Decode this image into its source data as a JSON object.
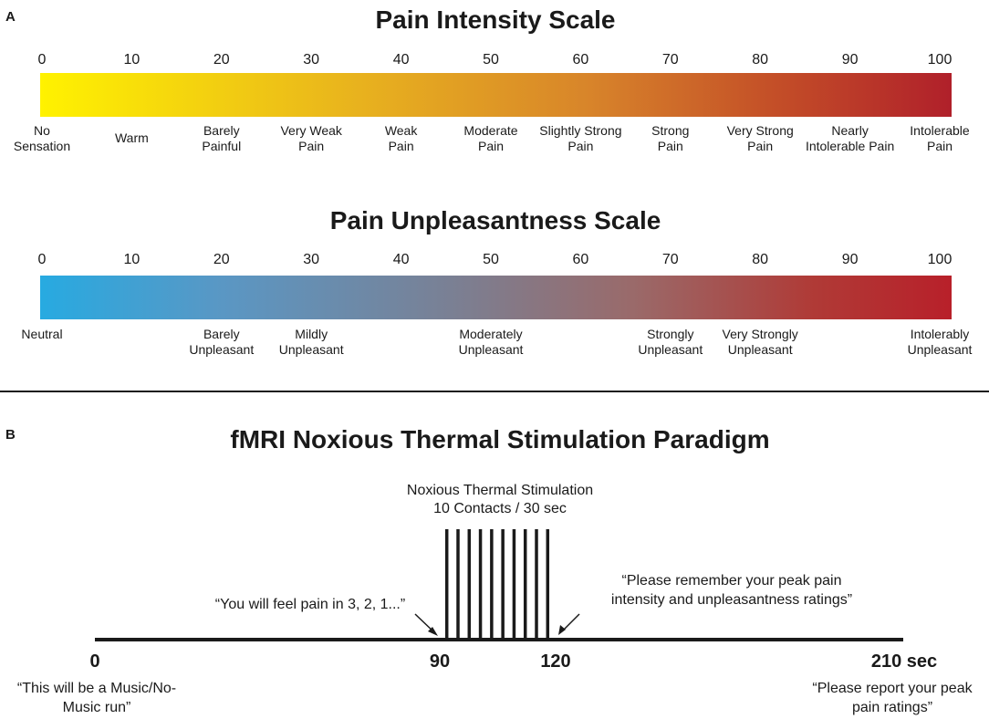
{
  "panel_a_letter": "A",
  "panel_b_letter": "B",
  "intensity": {
    "title": "Pain Intensity Scale",
    "ticks": [
      "0",
      "10",
      "20",
      "30",
      "40",
      "50",
      "60",
      "70",
      "80",
      "90",
      "100"
    ],
    "labels": [
      {
        "line1": "No",
        "line2": "Sensation",
        "value": 0
      },
      {
        "line1": "Warm",
        "line2": "",
        "value": 10
      },
      {
        "line1": "Barely",
        "line2": "Painful",
        "value": 20
      },
      {
        "line1": "Very Weak",
        "line2": "Pain",
        "value": 30
      },
      {
        "line1": "Weak",
        "line2": "Pain",
        "value": 40
      },
      {
        "line1": "Moderate",
        "line2": "Pain",
        "value": 50
      },
      {
        "line1": "Slightly Strong",
        "line2": "Pain",
        "value": 60
      },
      {
        "line1": "Strong",
        "line2": "Pain",
        "value": 70
      },
      {
        "line1": "Very Strong",
        "line2": "Pain",
        "value": 80
      },
      {
        "line1": "Nearly",
        "line2": "Intolerable Pain",
        "value": 90
      },
      {
        "line1": "Intolerable",
        "line2": "Pain",
        "value": 100
      }
    ]
  },
  "unpleasantness": {
    "title": "Pain Unpleasantness Scale",
    "ticks": [
      "0",
      "10",
      "20",
      "30",
      "40",
      "50",
      "60",
      "70",
      "80",
      "90",
      "100"
    ],
    "labels": [
      {
        "line1": "Neutral",
        "line2": "",
        "value": 0
      },
      {
        "line1": "Barely",
        "line2": "Unpleasant",
        "value": 20
      },
      {
        "line1": "Mildly",
        "line2": "Unpleasant",
        "value": 30
      },
      {
        "line1": "Moderately",
        "line2": "Unpleasant",
        "value": 50
      },
      {
        "line1": "Strongly",
        "line2": "Unpleasant",
        "value": 70
      },
      {
        "line1": "Very Strongly",
        "line2": "Unpleasant",
        "value": 80
      },
      {
        "line1": "Intolerably",
        "line2": "Unpleasant",
        "value": 100
      }
    ]
  },
  "paradigm": {
    "title": "fMRI Noxious Thermal Stimulation Paradigm",
    "stim_line1": "Noxious Thermal Stimulation",
    "stim_line2": "10 Contacts / 30 sec",
    "stim_start_sec": 90,
    "stim_end_sec": 120,
    "total_sec": 210,
    "contacts": 10,
    "axis_0": "0",
    "axis_90": "90",
    "axis_120": "120",
    "axis_210": "210 sec",
    "countdown_quote": "“You will feel pain in 3, 2, 1...”",
    "remember_line1": "“Please remember your peak pain",
    "remember_line2": "intensity and unpleasantness ratings”",
    "start_line1": "“This will be a Music/No-",
    "start_line2": "Music run”",
    "end_line1": "“Please report your peak",
    "end_line2": "pain ratings”"
  }
}
